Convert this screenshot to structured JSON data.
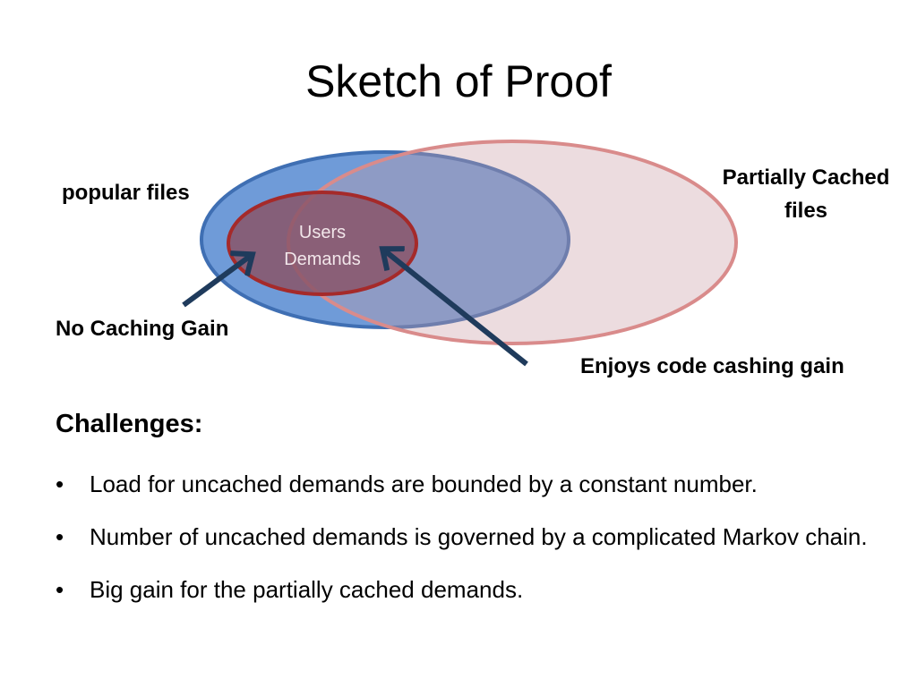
{
  "slide": {
    "title": "Sketch of Proof"
  },
  "diagram": {
    "popular_label": "popular files",
    "partial_label_line1": "Partially Cached",
    "partial_label_line2": "files",
    "users_line1": "Users",
    "users_line2": "Demands",
    "no_gain_label": "No Caching Gain",
    "gain_label": "Enjoys code cashing gain",
    "colors": {
      "popular_fill": "#6f9bd8",
      "popular_stroke": "#3f6fb3",
      "partial_fill": "#c99aa2",
      "partial_stroke": "#d98b8b",
      "users_fill": "#8a5568",
      "users_stroke": "#a52a2a",
      "arrow": "#1f3b5c"
    }
  },
  "challenges": {
    "heading": "Challenges:",
    "bullet_symbol": "•",
    "items": [
      "Load for uncached demands are bounded by a constant number.",
      "Number of uncached demands is governed by a complicated Markov chain.",
      "Big gain for the partially cached demands."
    ]
  }
}
